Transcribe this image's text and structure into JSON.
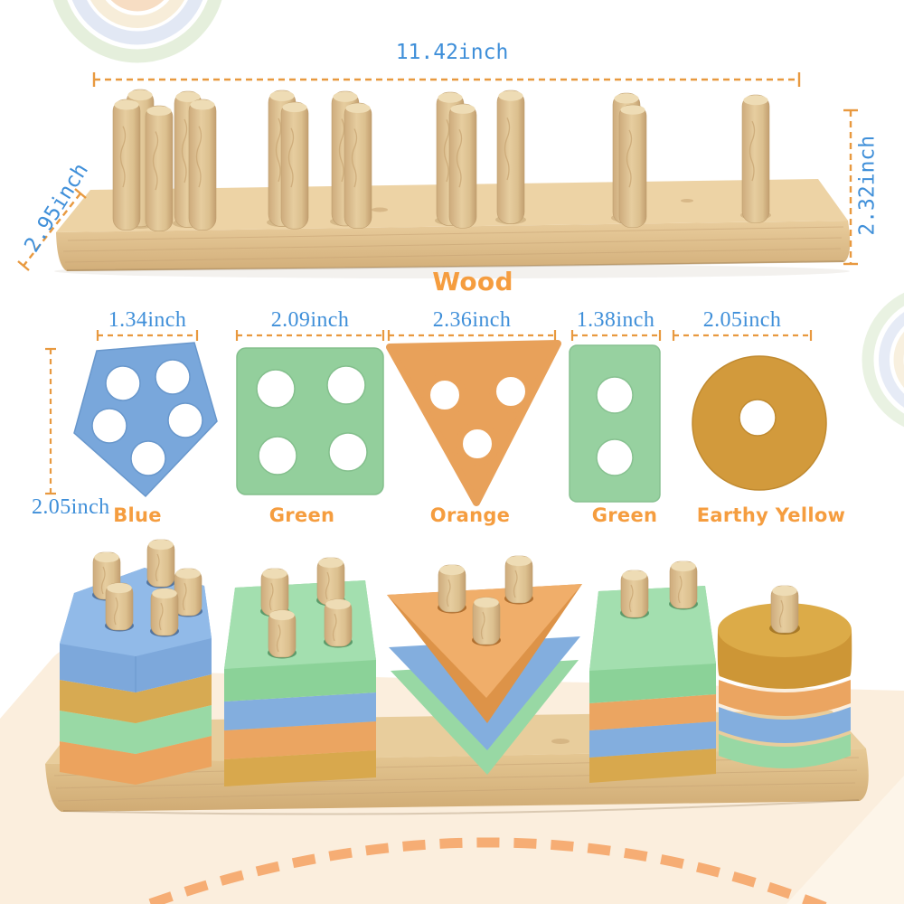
{
  "board": {
    "width_label": "11.42inch",
    "depth_label": "2.95inch",
    "height_label": "2.32inch",
    "material_label": "Wood"
  },
  "shapes": [
    {
      "name": "pentagon",
      "width_label": "1.34inch",
      "height_label": "2.05inch",
      "color_name": "Blue",
      "hole_count": 5,
      "color": "#79a7db"
    },
    {
      "name": "square",
      "width_label": "2.09inch",
      "color_name": "Green",
      "hole_count": 4,
      "color": "#93cf9c"
    },
    {
      "name": "triangle",
      "width_label": "2.36inch",
      "color_name": "Orange",
      "hole_count": 3,
      "color": "#e8a15a"
    },
    {
      "name": "rectangle",
      "width_label": "1.38inch",
      "color_name": "Green",
      "hole_count": 2,
      "color": "#97d1a0"
    },
    {
      "name": "circle",
      "width_label": "2.05inch",
      "color_name": "Earthy Yellow",
      "hole_count": 1,
      "color": "#d29a3c"
    }
  ],
  "stacks": [
    {
      "shape": "pentagon",
      "pegs": 5,
      "layers_top_to_bottom": [
        "blue",
        "mustard",
        "green",
        "orange"
      ]
    },
    {
      "shape": "square",
      "pegs": 4,
      "layers_top_to_bottom": [
        "green",
        "blue",
        "orange",
        "mustard"
      ]
    },
    {
      "shape": "triangle",
      "pegs": 3,
      "layers_top_to_bottom": [
        "orange",
        "blue",
        "green"
      ]
    },
    {
      "shape": "rectangle",
      "pegs": 2,
      "layers_top_to_bottom": [
        "green",
        "orange",
        "blue",
        "mustard"
      ]
    },
    {
      "shape": "circle",
      "pegs": 1,
      "layers_top_to_bottom": [
        "yellow",
        "orange",
        "blue",
        "green"
      ]
    }
  ],
  "colors": {
    "measure_text_blue": "#3f8fd9",
    "dash_line_orange": "#e8993f",
    "label_orange": "#f59d3f",
    "toy_blue": "#7ea9dc",
    "toy_green": "#8bd298",
    "toy_orange": "#eba561",
    "toy_mustard": "#d8a84d",
    "toy_earthy_yellow": "#cd9636",
    "wood_light": "#edd3a5",
    "wood_dark": "#d5b27f",
    "peach_background": "#fbeedd",
    "arc_dash": "#f6ad74"
  }
}
